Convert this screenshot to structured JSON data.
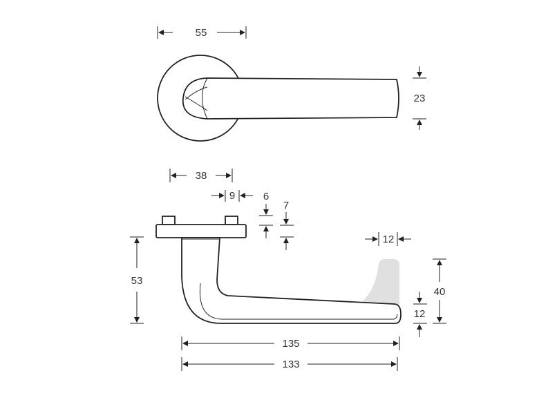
{
  "dimensions": {
    "rose_diameter": "55",
    "lever_height_top": "23",
    "rose_to_neck": "38",
    "neck_width": "9",
    "rose_thickness": "6",
    "stud_height": "7",
    "handle_projection": "53",
    "end_width": "12",
    "end_height": "40",
    "lever_thickness": "12",
    "total_length": "135",
    "lever_length": "133"
  },
  "colors": {
    "line": "#222222",
    "ghost": "#e0e0e0"
  }
}
